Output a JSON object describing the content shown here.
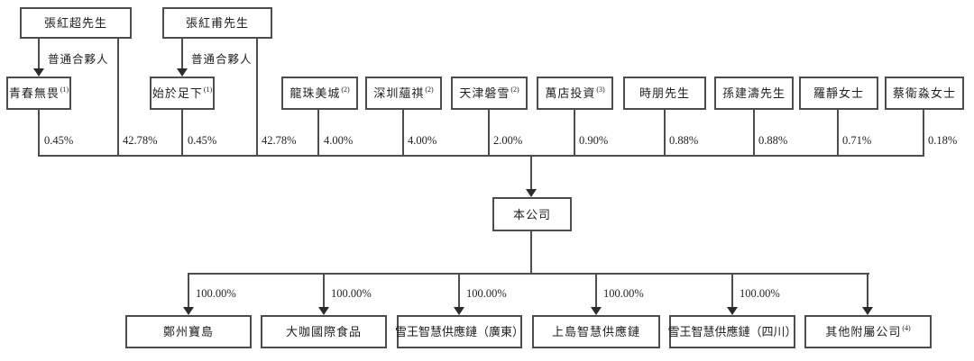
{
  "labels": {
    "general_partner": "普通合夥人",
    "company": "本公司"
  },
  "founders": [
    {
      "name": "張紅超先生",
      "direct_stake_pct": "42.78%",
      "partnership": {
        "name": "青春無畏",
        "note": "(1)",
        "stake_pct": "0.45%"
      }
    },
    {
      "name": "張紅甫先生",
      "direct_stake_pct": "42.78%",
      "partnership": {
        "name": "始於足下",
        "note": "(1)",
        "stake_pct": "0.45%"
      }
    }
  ],
  "shareholders": [
    {
      "name": "龍珠美城",
      "note": "(2)",
      "stake_pct": "4.00%"
    },
    {
      "name": "深圳蘊祺",
      "note": "(2)",
      "stake_pct": "4.00%"
    },
    {
      "name": "天津磐雪",
      "note": "(2)",
      "stake_pct": "2.00%"
    },
    {
      "name": "萬店投資",
      "note": "(3)",
      "stake_pct": "0.90%"
    },
    {
      "name": "時朋先生",
      "note": "",
      "stake_pct": "0.88%"
    },
    {
      "name": "孫建濤先生",
      "note": "",
      "stake_pct": "0.88%"
    },
    {
      "name": "羅靜女士",
      "note": "",
      "stake_pct": "0.71%"
    },
    {
      "name": "蔡衛淼女士",
      "note": "",
      "stake_pct": "0.18%"
    }
  ],
  "subsidiaries": [
    {
      "name": "鄭州寶島",
      "note": "",
      "stake_pct": "100.00%"
    },
    {
      "name": "大咖國際食品",
      "note": "",
      "stake_pct": "100.00%"
    },
    {
      "name": "雪王智慧供應鏈（廣東）",
      "note": "",
      "stake_pct": "100.00%"
    },
    {
      "name": "上島智慧供應鏈",
      "note": "",
      "stake_pct": "100.00%"
    },
    {
      "name": "雪王智慧供應鏈（四川）",
      "note": "",
      "stake_pct": "100.00%"
    },
    {
      "name": "其他附屬公司",
      "note": "(4)",
      "stake_pct": ""
    }
  ],
  "colors": {
    "line": "#4c4c4e",
    "text": "#1f1f21",
    "background": "#ffffff"
  }
}
